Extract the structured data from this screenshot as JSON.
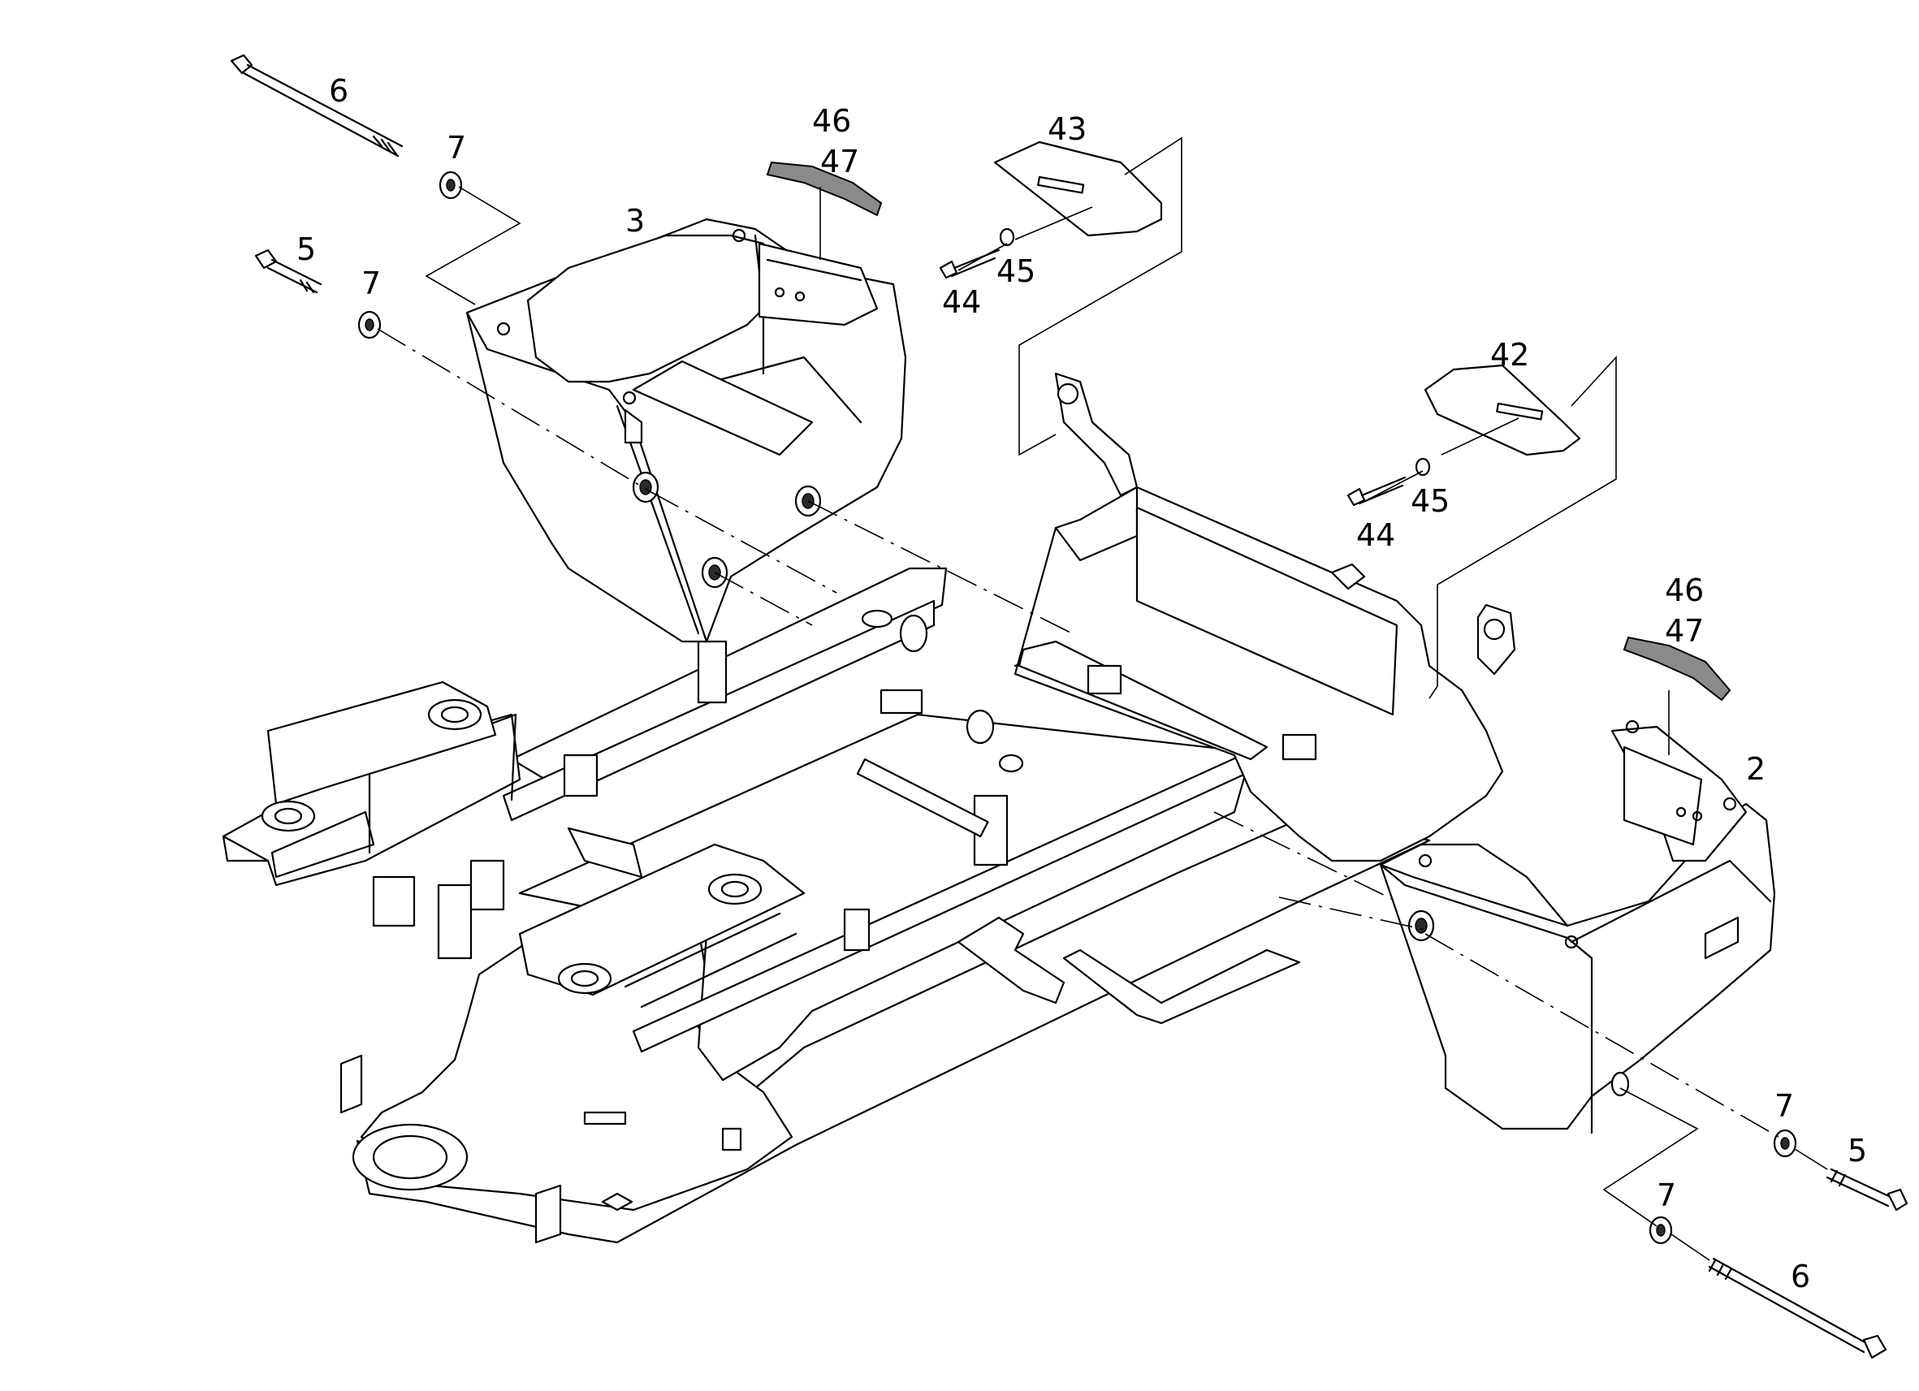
{
  "callouts": {
    "c6_top": "6",
    "c7_top_a": "7",
    "c5_top": "5",
    "c7_top_b": "7",
    "c3": "3",
    "c46_top": "46",
    "c47_top": "47",
    "c43": "43",
    "c44_top": "44",
    "c45_top": "45",
    "c42": "42",
    "c45_mid": "45",
    "c44_mid": "44",
    "c46_right": "46",
    "c47_right": "47",
    "c2": "2",
    "c7_bot_a": "7",
    "c5_bot": "5",
    "c7_bot_b": "7",
    "c6_bot": "6"
  }
}
